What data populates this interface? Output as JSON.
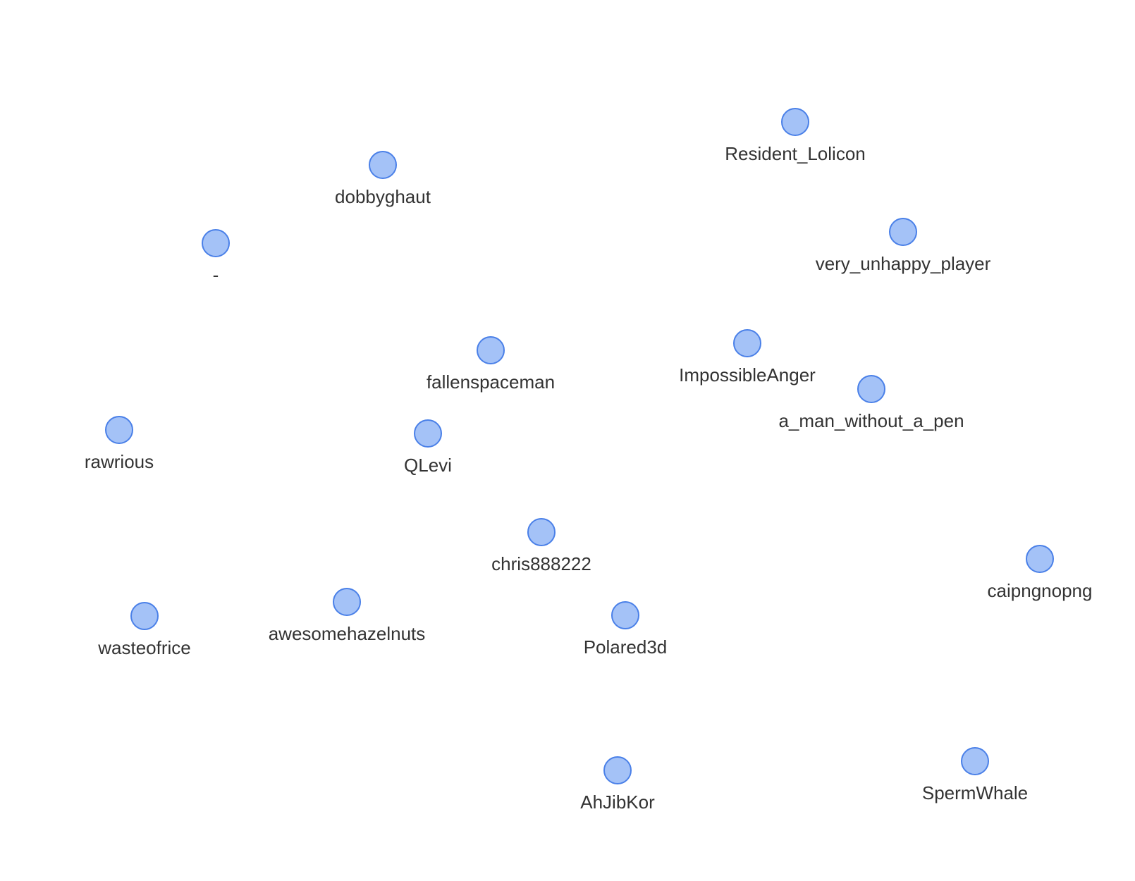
{
  "colors": {
    "node_fill": "#a4c2f7",
    "node_stroke": "#4a80e8",
    "label_text": "#333333",
    "background": "#ffffff"
  },
  "nodes": [
    {
      "id": "resident_lolicon",
      "label": "Resident_Lolicon"
    },
    {
      "id": "dobbyghaut",
      "label": "dobbyghaut"
    },
    {
      "id": "very_unhappy_player",
      "label": "very_unhappy_player"
    },
    {
      "id": "dash",
      "label": "-"
    },
    {
      "id": "impossibleanger",
      "label": "ImpossibleAnger"
    },
    {
      "id": "fallenspaceman",
      "label": "fallenspaceman"
    },
    {
      "id": "a_man_without_a_pen",
      "label": "a_man_without_a_pen"
    },
    {
      "id": "rawrious",
      "label": "rawrious"
    },
    {
      "id": "qlevi",
      "label": "QLevi"
    },
    {
      "id": "chris888222",
      "label": "chris888222"
    },
    {
      "id": "caipngnopng",
      "label": "caipngnopng"
    },
    {
      "id": "awesomehazelnuts",
      "label": "awesomehazelnuts"
    },
    {
      "id": "wasteofrice",
      "label": "wasteofrice"
    },
    {
      "id": "polared3d",
      "label": "Polared3d"
    },
    {
      "id": "spermwhale",
      "label": "SpermWhale"
    },
    {
      "id": "ahjibkor",
      "label": "AhJibKor"
    }
  ]
}
